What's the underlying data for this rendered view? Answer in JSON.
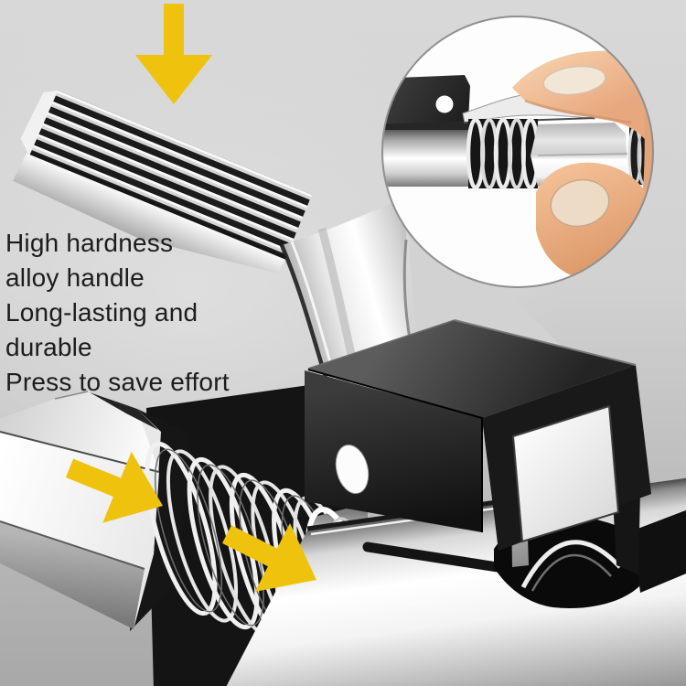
{
  "image_type": "product-photo",
  "background": {
    "top": "#d8d8d8",
    "bottom": "#a8a8a8"
  },
  "annotations": {
    "text_color": "#1c1c1c",
    "lines": [
      "High hardness",
      "alloy handle",
      "Long-lasting and",
      "durable",
      "Press to save effort"
    ]
  },
  "arrows": {
    "color": "#efc30d",
    "count": 3,
    "directions": [
      "down",
      "right-down",
      "right-down"
    ]
  },
  "inset": {
    "shape": "circle",
    "background": "#fdfdfd",
    "border_color": "#8f8f8f",
    "depicts": "fingers pinching grease coupler"
  },
  "product": {
    "depicts": "grease gun coupler with press handle and lock block",
    "parts": [
      "serrated handle plate",
      "curved lever arm",
      "black lock block",
      "spring thread coils",
      "hex nut",
      "chrome barrel tube"
    ]
  }
}
